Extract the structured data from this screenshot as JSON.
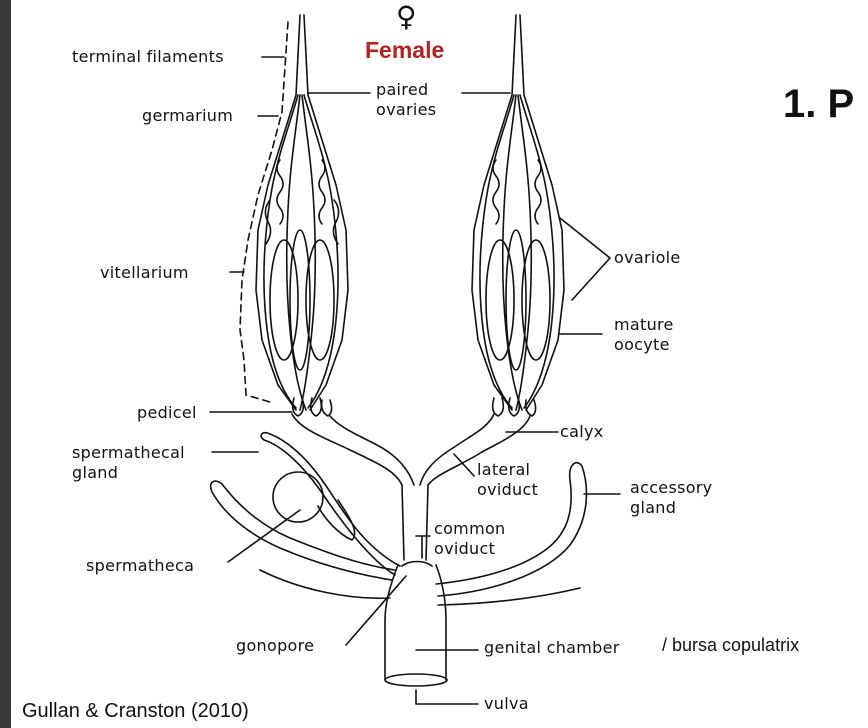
{
  "header": {
    "sex_symbol": "♀",
    "title": "Female"
  },
  "slide_heading": "1. P",
  "labels": {
    "terminal_filaments": "terminal filaments",
    "germarium": "germarium",
    "paired_ovaries_1": "paired",
    "paired_ovaries_2": "ovaries",
    "vitellarium": "vitellarium",
    "ovariole": "ovariole",
    "mature_oocyte_1": "mature",
    "mature_oocyte_2": "oocyte",
    "pedicel": "pedicel",
    "calyx": "calyx",
    "spermathecal_gland_1": "spermathecal",
    "spermathecal_gland_2": "gland",
    "lateral_oviduct_1": "lateral",
    "lateral_oviduct_2": "oviduct",
    "accessory_gland_1": "accessory",
    "accessory_gland_2": "gland",
    "common_oviduct_1": "common",
    "common_oviduct_2": "oviduct",
    "spermatheca": "spermatheca",
    "gonopore": "gonopore",
    "genital_chamber": "genital chamber",
    "bursa": "/ bursa copulatrix",
    "vulva": "vulva"
  },
  "source": "Gullan & Cranston (2010)",
  "colors": {
    "female_title": "#b32222",
    "left_bar": "#3a3a3a"
  }
}
